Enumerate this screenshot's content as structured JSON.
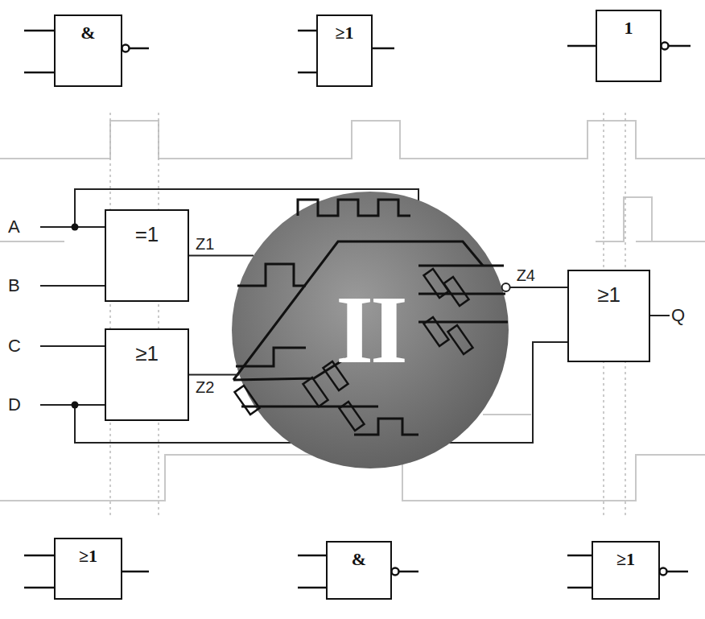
{
  "diagram": {
    "nodes": [
      {
        "text": [
          "&"
        ]
      },
      {
        "text": [
          "≥1"
        ]
      },
      {
        "text": [
          "1"
        ]
      },
      {
        "text": [
          "=1"
        ]
      },
      {
        "text": [
          "II"
        ]
      },
      {
        "text": [
          "≥1"
        ]
      },
      {
        "text": [
          "≥1"
        ]
      },
      {
        "text": [
          "≥1"
        ]
      },
      {
        "text": [
          "&"
        ]
      },
      {
        "text": [
          "≥1"
        ]
      }
    ],
    "edges": [
      {
        "from": 3,
        "to": 4,
        "label": "Z1",
        "arrow": "none"
      },
      {
        "from": 6,
        "to": 4,
        "label": "Z2",
        "arrow": "none"
      },
      {
        "from": 4,
        "to": 5,
        "label": "Z4",
        "arrow": "none"
      }
    ],
    "labels": [
      "A",
      "B",
      "C",
      "D",
      "Q"
    ]
  }
}
